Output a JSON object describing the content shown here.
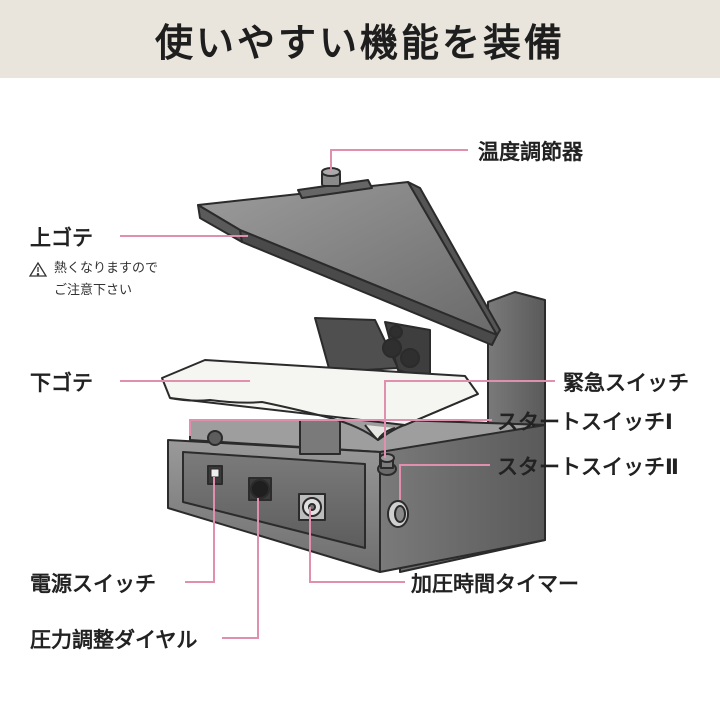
{
  "header": {
    "title": "使いやすい機能を装備"
  },
  "labels": {
    "temperature_controller": "温度調節器",
    "upper_plate": "上ゴテ",
    "upper_plate_note_line1": "熱くなりますので",
    "upper_plate_note_line2": "ご注意下さい",
    "lower_plate": "下ゴテ",
    "emergency_switch": "緊急スイッチ",
    "start_switch_1": "スタートスイッチⅠ",
    "start_switch_2": "スタートスイッチⅡ",
    "power_switch": "電源スイッチ",
    "press_timer": "加圧時間タイマー",
    "pressure_dial": "圧力調整ダイヤル"
  },
  "colors": {
    "leader_line": "#e08fae",
    "banner_bg": "#eae5dc",
    "machine_metal": "#8b8b8b",
    "plate_white": "#f5f5f2"
  },
  "icons": {
    "warning": "warning-triangle-icon"
  }
}
